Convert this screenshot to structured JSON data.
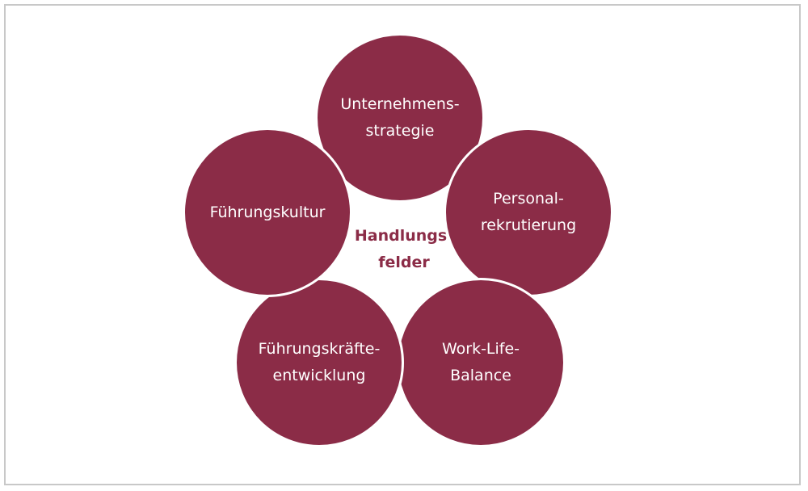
{
  "diagram": {
    "center": "Handlungs-\nfelder",
    "circles": [
      "Unternehmens-\nstrategie",
      "Personal-\nrekrutierung",
      "Work-Life-\nBalance",
      "Führungskräfte-\nentwicklung",
      "Führungskultur"
    ],
    "colors": {
      "circle_fill": "#8b2c47",
      "circle_text": "#ffffff",
      "center_text": "#8b2c47",
      "frame_border": "#c8c8c8"
    }
  }
}
